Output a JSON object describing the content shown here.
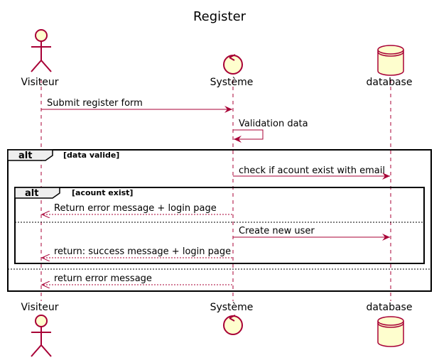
{
  "title": "Register",
  "participants": [
    {
      "id": "visiteur",
      "label": "Visiteur",
      "kind": "actor"
    },
    {
      "id": "systeme",
      "label": "Système",
      "kind": "control"
    },
    {
      "id": "database",
      "label": "database",
      "kind": "database"
    }
  ],
  "messages": [
    {
      "from": "visiteur",
      "to": "systeme",
      "label": "Submit register form",
      "style": "solid"
    },
    {
      "from": "systeme",
      "to": "systeme",
      "label": "Validation data",
      "style": "solid"
    },
    {
      "from": "systeme",
      "to": "database",
      "label": "check if acount exist with email",
      "style": "solid"
    },
    {
      "from": "systeme",
      "to": "visiteur",
      "label": "Return error message + login page",
      "style": "dashed"
    },
    {
      "from": "systeme",
      "to": "database",
      "label": "Create new user",
      "style": "solid"
    },
    {
      "from": "systeme",
      "to": "visiteur",
      "label": "return: success message + login page",
      "style": "dashed"
    },
    {
      "from": "systeme",
      "to": "visiteur",
      "label": "return error message",
      "style": "dashed"
    }
  ],
  "fragments": [
    {
      "keyword": "alt",
      "guard": "[data valide]"
    },
    {
      "keyword": "alt",
      "guard": "[acount exist]"
    }
  ],
  "colors": {
    "participant_fill": "#FEFECE",
    "participant_stroke": "#A80036",
    "arrow": "#A80036",
    "fragment_header_fill": "#EEEEEE"
  }
}
